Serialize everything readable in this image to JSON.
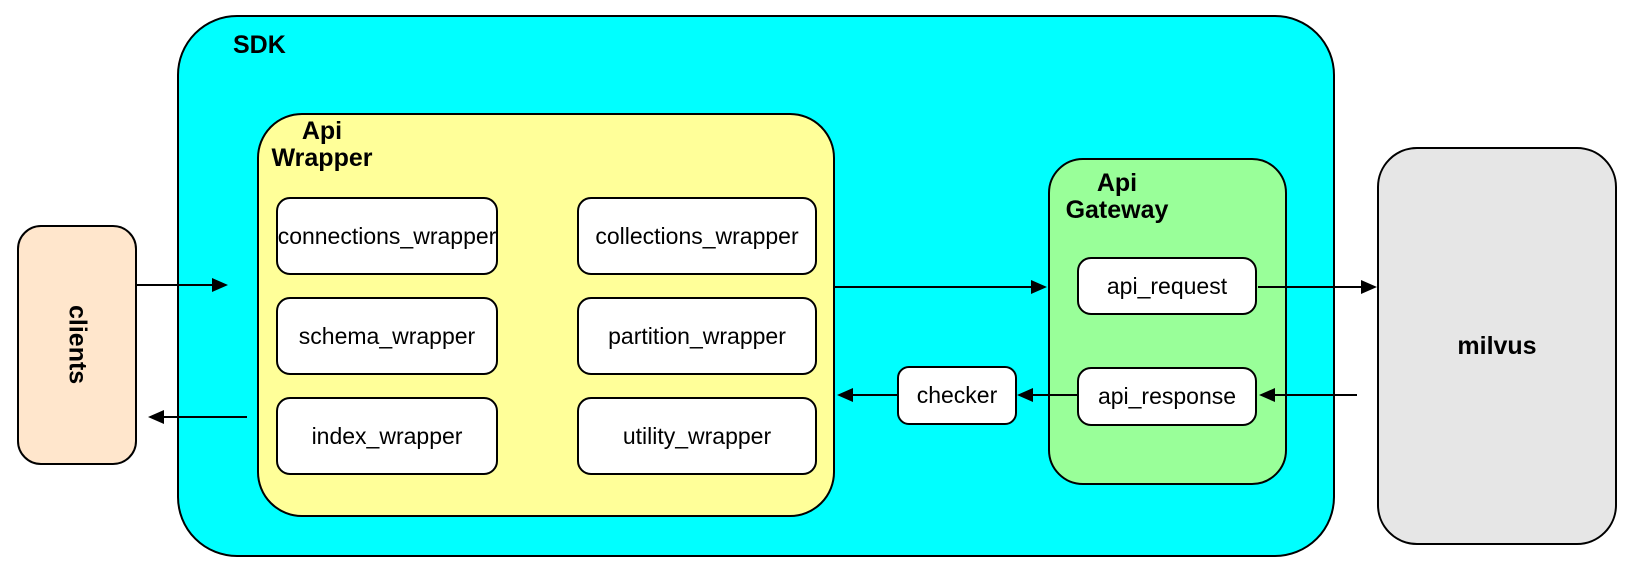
{
  "colors": {
    "canvas_bg": "#ffffff",
    "sdk_fill": "#00ffff",
    "api_wrapper_fill": "#ffff99",
    "api_gateway_fill": "#99ff99",
    "clients_fill": "#ffe6cc",
    "milvus_fill": "#e6e6e6",
    "node_fill": "#ffffff",
    "border": "#000000"
  },
  "nodes": {
    "clients": "clients",
    "sdk": "SDK",
    "api_wrapper": {
      "label_line1": "Api",
      "label_line2": "Wrapper"
    },
    "wrappers": {
      "connections": "connections_wrapper",
      "collections": "collections_wrapper",
      "schema": "schema_wrapper",
      "partition": "partition_wrapper",
      "index": "index_wrapper",
      "utility": "utility_wrapper"
    },
    "checker": "checker",
    "api_gateway": {
      "label_line1": "Api",
      "label_line2": "Gateway"
    },
    "api_request": "api_request",
    "api_response": "api_response",
    "milvus": "milvus"
  },
  "edges": [
    {
      "from": "clients",
      "to": "SDK",
      "direction": "right"
    },
    {
      "from": "SDK",
      "to": "clients",
      "direction": "left"
    },
    {
      "from": "Api Wrapper",
      "to": "Api Gateway",
      "direction": "right"
    },
    {
      "from": "api_request",
      "to": "milvus",
      "direction": "right"
    },
    {
      "from": "milvus",
      "to": "api_response",
      "direction": "left"
    },
    {
      "from": "api_response",
      "to": "checker",
      "direction": "left"
    },
    {
      "from": "checker",
      "to": "Api Wrapper",
      "direction": "left"
    }
  ]
}
